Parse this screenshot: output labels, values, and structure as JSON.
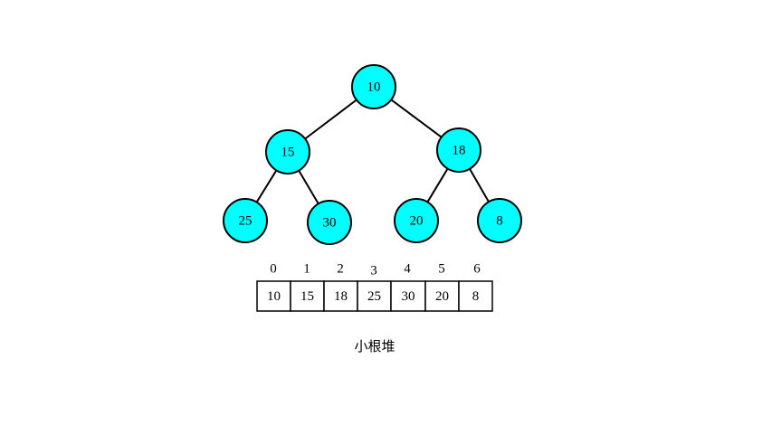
{
  "heap": {
    "node_color": "#00ffff",
    "nodes": [
      "10",
      "15",
      "18",
      "25",
      "30",
      "20",
      "8"
    ]
  },
  "array": {
    "indices": [
      "0",
      "1",
      "2",
      "3",
      "4",
      "5",
      "6"
    ],
    "values": [
      "10",
      "15",
      "18",
      "25",
      "30",
      "20",
      "8"
    ]
  },
  "caption": "小根堆"
}
